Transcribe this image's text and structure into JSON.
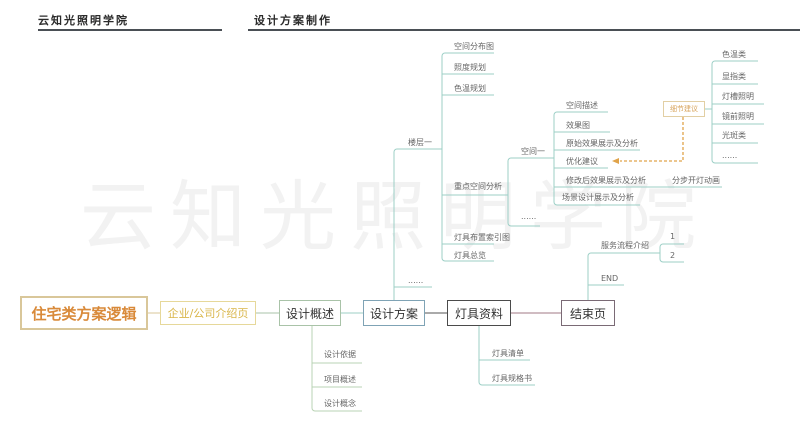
{
  "header": {
    "brand": "云知光照明学院",
    "section": "设计方案制作"
  },
  "watermark": "云知光照明学院",
  "root": {
    "label": "住宅类方案逻辑"
  },
  "company_page": {
    "label": "企业/公司介绍页"
  },
  "design_overview": {
    "label": "设计概述",
    "children": [
      "设计依据",
      "项目概述",
      "设计概念"
    ]
  },
  "design_plan": {
    "label": "设计方案",
    "floor": {
      "label": "楼层一",
      "children": [
        "空间分布图",
        "照度规划",
        "色温规划",
        "重点空间分析",
        "灯具布置索引图",
        "灯具总览"
      ]
    },
    "more": "......",
    "key_space": {
      "label": "空间一",
      "more": "......",
      "children": [
        "空间描述",
        "效果图",
        "原始效果展示及分析",
        "优化建议",
        "修改后效果展示及分析",
        "场景设计展示及分析"
      ],
      "step_animation": "分步开灯动画"
    },
    "detail_tip": {
      "label": "细节建议",
      "children": [
        "色温类",
        "显指类",
        "灯槽照明",
        "镜前照明",
        "光斑类",
        "......"
      ]
    }
  },
  "fixture_info": {
    "label": "灯具资料",
    "children": [
      "灯具清单",
      "灯具规格书"
    ]
  },
  "end_page": {
    "label": "结束页",
    "service": {
      "label": "服务流程介绍",
      "children": [
        "1",
        "2"
      ]
    },
    "end_label": "END"
  },
  "colors": {
    "branch_line": "#9ccfc6",
    "root_border": "#d9c79a",
    "root_text": "#d98a3a",
    "tip_dash": "#e0a34a"
  }
}
